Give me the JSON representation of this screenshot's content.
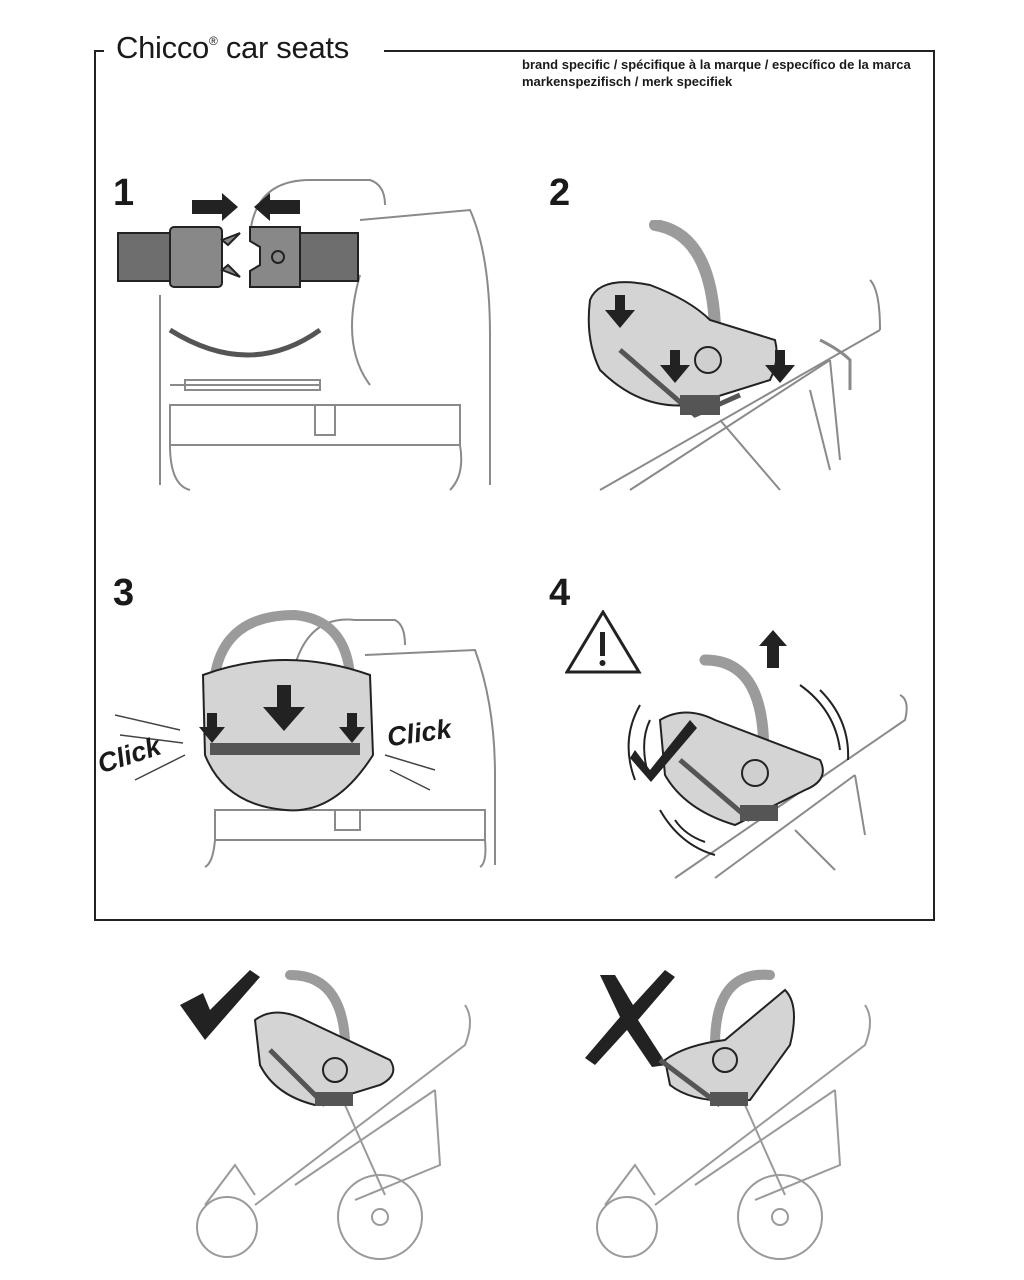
{
  "header": {
    "title": "Chicco",
    "registered": "®",
    "title_suffix": " car seats",
    "subtitle_line1": "brand specific / spécifique à la marque / específico de la marca",
    "subtitle_line2": "markenspezifisch / merk specifiek"
  },
  "steps": [
    {
      "number": "1"
    },
    {
      "number": "2"
    },
    {
      "number": "3",
      "click_left": "Click",
      "click_right": "Click"
    },
    {
      "number": "4"
    }
  ],
  "icons": {
    "warning": "warning-triangle-icon",
    "correct": "checkmark-icon",
    "incorrect": "cross-icon"
  },
  "colors": {
    "seat_fill": "#d4d4d4",
    "line": "#222222",
    "frame": "#9a9a9a",
    "buckle": "#555555"
  }
}
